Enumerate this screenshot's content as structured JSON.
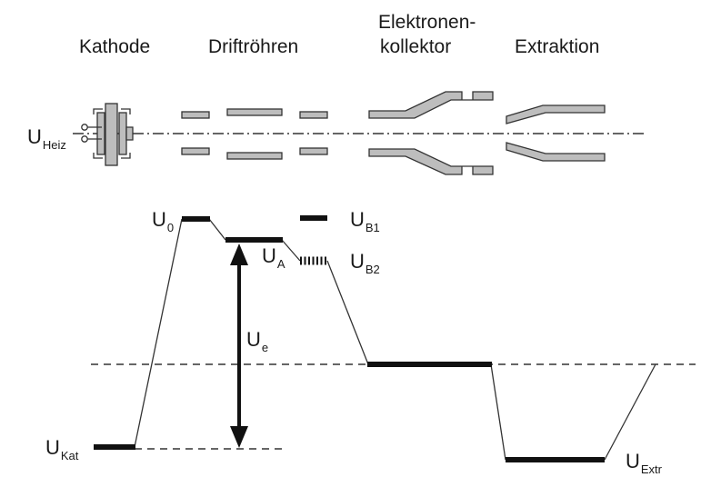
{
  "headers": {
    "cathode": "Kathode",
    "drift_tubes": "Driftröhren",
    "collector_line1": "Elektronen-",
    "collector_line2": "kollektor",
    "extraction": "Extraktion"
  },
  "voltages": {
    "heater": {
      "main": "U",
      "sub": "Heiz"
    },
    "u0": {
      "main": "U",
      "sub": "0"
    },
    "ub1": {
      "main": "U",
      "sub": "B1"
    },
    "ua": {
      "main": "U",
      "sub": "A"
    },
    "ub2": {
      "main": "U",
      "sub": "B2"
    },
    "ue": {
      "main": "U",
      "sub": "e"
    },
    "ukat": {
      "main": "U",
      "sub": "Kat"
    },
    "uextr": {
      "main": "U",
      "sub": "Extr"
    }
  },
  "colors": {
    "component_fill": "#bdbdbd",
    "outline": "#333333",
    "level": "#111111"
  }
}
